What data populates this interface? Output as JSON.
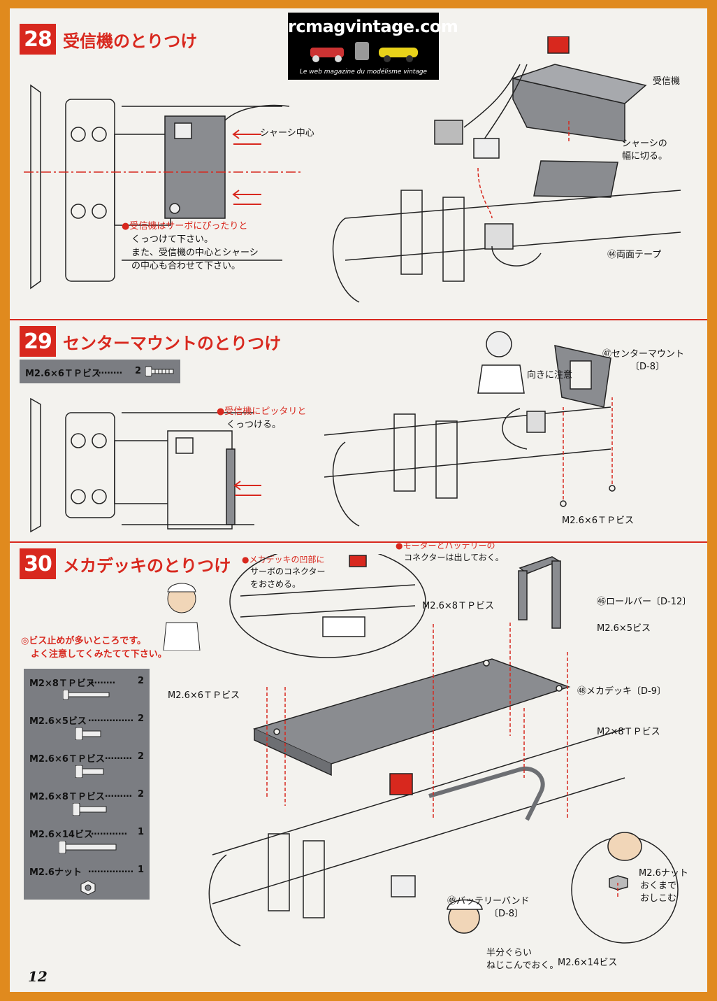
{
  "logo": {
    "title": "rcmagvintage.com",
    "tagline": "Le web magazine du modélisme vintage"
  },
  "page_number": "12",
  "sections": [
    {
      "number": "28",
      "title": "受信機のとりつけ",
      "labels": {
        "chassis_center": "シャーシ中心",
        "receiver": "受信機",
        "cut_to_width_1": "シャーシの",
        "cut_to_width_2": "幅に切る。",
        "tape": "㊹両面テープ"
      },
      "note_lines": [
        "●受信機はサーボにぴったりと",
        "くっつけて下さい。",
        "また、受信機の中心とシャーシ",
        "の中心も合わせて下さい。"
      ]
    },
    {
      "number": "29",
      "title": "センターマウントのとりつけ",
      "parts": [
        {
          "name": "M2.6×6ＴＰビス",
          "dots": "………",
          "qty": "2"
        }
      ],
      "note_lines": [
        "●受信機にピッタリと",
        "くっつける。"
      ],
      "labels": {
        "center_mount": "㊼センターマウント",
        "center_mount_code": "〔D-8〕",
        "orientation": "向きに注意",
        "screw": "M2.6×6ＴＰビス"
      }
    },
    {
      "number": "30",
      "title": "メカデッキのとりつけ",
      "inset_note_lines": [
        "●メカデッキの凹部に",
        "サーボのコネクター",
        "をおさめる。"
      ],
      "connector_note_lines": [
        "●モーターとバッテリーの",
        "コネクターは出しておく。"
      ],
      "warning_lines": [
        "◎ビス止めが多いところです。",
        "よく注意してくみたてて下さい。"
      ],
      "parts": [
        {
          "name": "M2×8ＴＰビス",
          "dots": "………",
          "qty": "2"
        },
        {
          "name": "M2.6×5ビス",
          "dots": "……………",
          "qty": "2"
        },
        {
          "name": "M2.6×6ＴＰビス",
          "dots": "………",
          "qty": "2"
        },
        {
          "name": "M2.6×8ＴＰビス",
          "dots": "………",
          "qty": "2"
        },
        {
          "name": "M2.6×14ビス",
          "dots": "…………",
          "qty": "1"
        },
        {
          "name": "M2.6ナット",
          "dots": "……………",
          "qty": "1"
        }
      ],
      "labels": {
        "screw_8tp": "M2.6×8ＴＰビス",
        "screw_6tp": "M2.6×6ＴＰビス",
        "rollbar": "㊻ロールバー〔D-12〕",
        "screw_5": "M2.6×5ビス",
        "mechdeck": "㊽メカデッキ〔D-9〕",
        "screw_m2": "M2×8ＴＰビス",
        "nut_1": "M2.6ナット",
        "nut_2": "おくまで",
        "nut_3": "おしこむ",
        "band_1": "㊾バッテリーバンド",
        "band_2": "〔D-8〕",
        "half_1": "半分ぐらい",
        "half_2": "ねじこんでおく。",
        "screw_14": "M2.6×14ビス"
      }
    }
  ],
  "colors": {
    "accent": "#d8281e",
    "frame": "#e08a1e",
    "paper": "#f3f2ee",
    "parts_box": "#7b7d82"
  }
}
